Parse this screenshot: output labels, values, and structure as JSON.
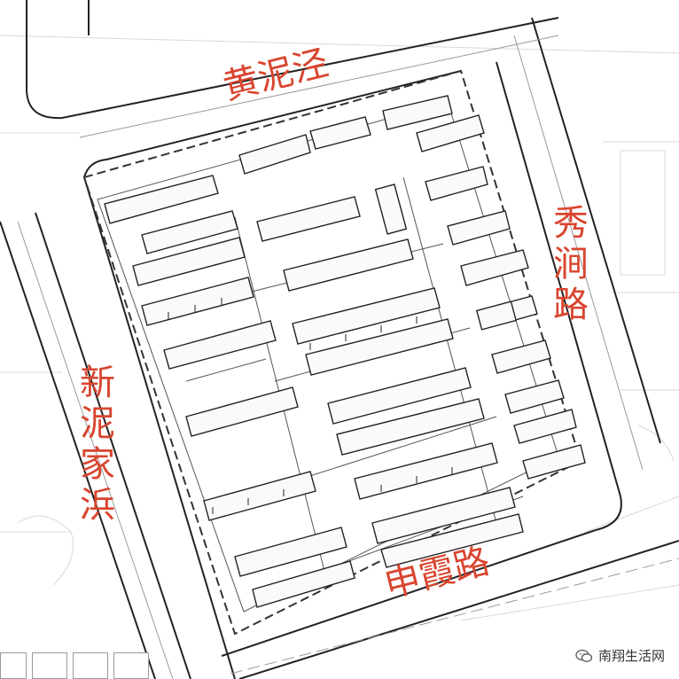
{
  "roads": {
    "north": "黄泥泾",
    "east": "秀涧路",
    "west": "新泥家浜",
    "south": "申霞路"
  },
  "watermark": {
    "text": "南翔生活网",
    "icon": "wechat-icon"
  },
  "colors": {
    "label_red": "#d9452f",
    "line_black": "#222222",
    "line_gray": "#9a9a9a",
    "boundary_dash": "#333333"
  }
}
